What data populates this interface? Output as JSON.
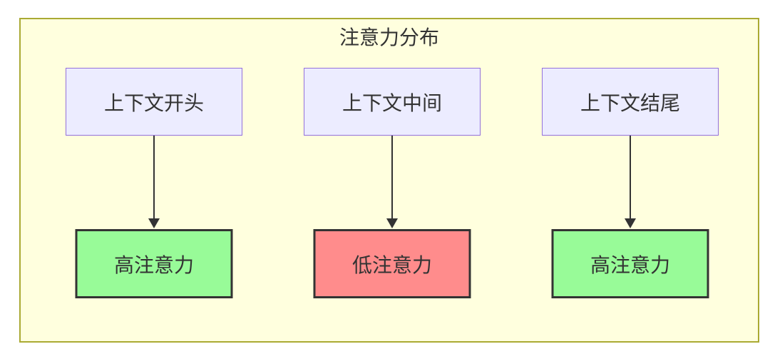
{
  "diagram": {
    "title": "注意力分布",
    "columns": [
      {
        "source": "上下文开头",
        "target": "高注意力",
        "level": "high"
      },
      {
        "source": "上下文中间",
        "target": "低注意力",
        "level": "low"
      },
      {
        "source": "上下文结尾",
        "target": "高注意力",
        "level": "high"
      }
    ]
  },
  "colors": {
    "cluster_fill": "#ffffde",
    "cluster_border": "#aaaa33",
    "source_fill": "#ececff",
    "source_border": "#9370db",
    "high_attention_fill": "#98fb98",
    "low_attention_fill": "#ff8c8c",
    "result_border": "#333333",
    "edge": "#333333",
    "text": "#333333"
  }
}
